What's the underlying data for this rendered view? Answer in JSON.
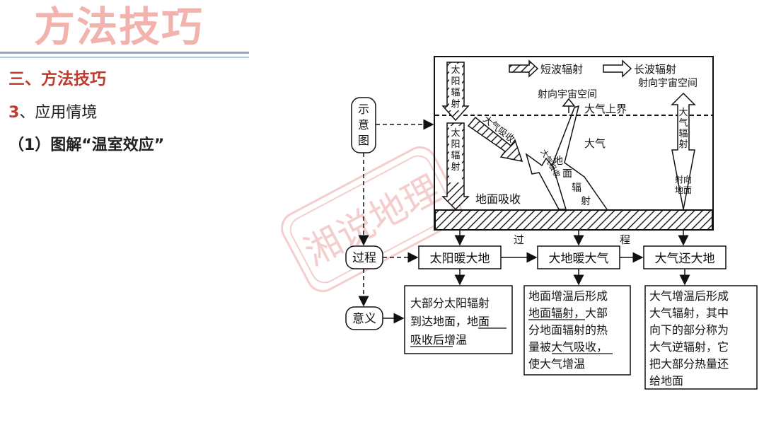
{
  "header": {
    "title": "方法技巧"
  },
  "outline": {
    "section": "三、方法技巧",
    "sub_num": "3",
    "sub_text": "、应用情境",
    "item": "（1）图解“温室效应”"
  },
  "diagram": {
    "legend_short": "短波辐射",
    "legend_long": "长波辐射",
    "to_space_1": "射向宇宙空间",
    "to_space_2": "射向宇宙空间",
    "atmo_top": "大气上界",
    "atmosphere": "大气",
    "sun_rad_1": "太阳辐射",
    "sun_rad_2": "太阳辐射",
    "atmo_absorb": "大气吸收",
    "atmo_absorb_small": "大气吸收",
    "ground_rad": "地面辐射",
    "ground_absorb": "地面吸收",
    "atmo_rad": "大气辐射",
    "to_ground": "射向地面",
    "label_schematic": "示意图",
    "label_process": "过程",
    "label_meaning": "意义",
    "process_word_1": "过",
    "process_word_2": "程",
    "step1": "太阳暖大地",
    "step2": "大地暖大气",
    "step3": "大气还大地",
    "m1": [
      "大部分太阳辐射",
      "到达地面，地面",
      "吸收后增温"
    ],
    "m2": [
      "地面增温后形成",
      "地面辐射，大部",
      "分地面辐射的热",
      "量被大气吸收，",
      "使大气增温"
    ],
    "m3": [
      "大气增温后形成",
      "大气辐射，其中",
      "向下的部分称为",
      "大气逆辐射，它",
      "把大部分热量还",
      "给地面"
    ],
    "watermark": "湘说地理"
  }
}
